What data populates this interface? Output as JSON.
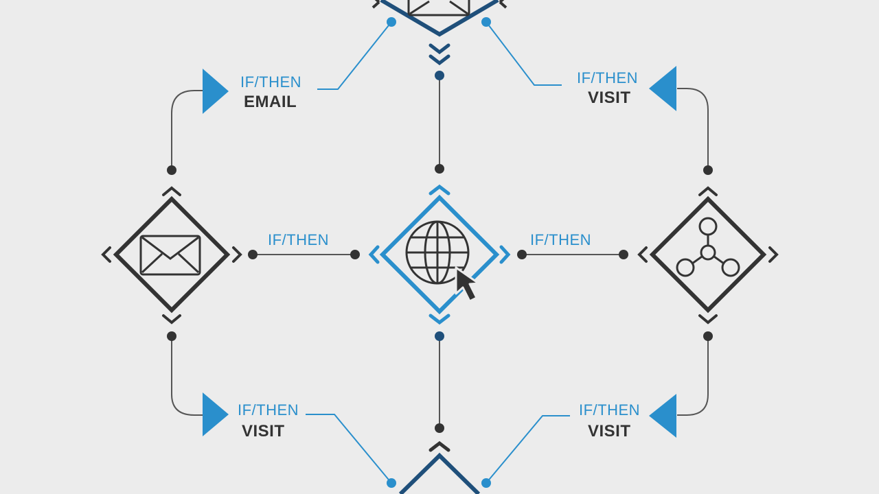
{
  "colors": {
    "background": "#ececec",
    "accent": "#2a8fcc",
    "dark_node": "#333333",
    "navy": "#1f4f7a",
    "line_gray": "#555555"
  },
  "nodes": [
    {
      "id": "email-node",
      "icon": "envelope-icon"
    },
    {
      "id": "web-node",
      "icon": "globe-cursor-icon"
    },
    {
      "id": "network-node",
      "icon": "network-hub-icon"
    },
    {
      "id": "top-email-node",
      "icon": "envelope-icon"
    },
    {
      "id": "bottom-node",
      "icon": "diamond-node"
    }
  ],
  "labels": {
    "top_left": {
      "line1": "IF/THEN",
      "line2": "EMAIL"
    },
    "top_right": {
      "line1": "IF/THEN",
      "line2": "VISIT"
    },
    "middle_left": {
      "line1": "IF/THEN"
    },
    "middle_right": {
      "line1": "IF/THEN"
    },
    "bottom_left": {
      "line1": "IF/THEN",
      "line2": "VISIT"
    },
    "bottom_right": {
      "line1": "IF/THEN",
      "line2": "VISIT"
    }
  }
}
